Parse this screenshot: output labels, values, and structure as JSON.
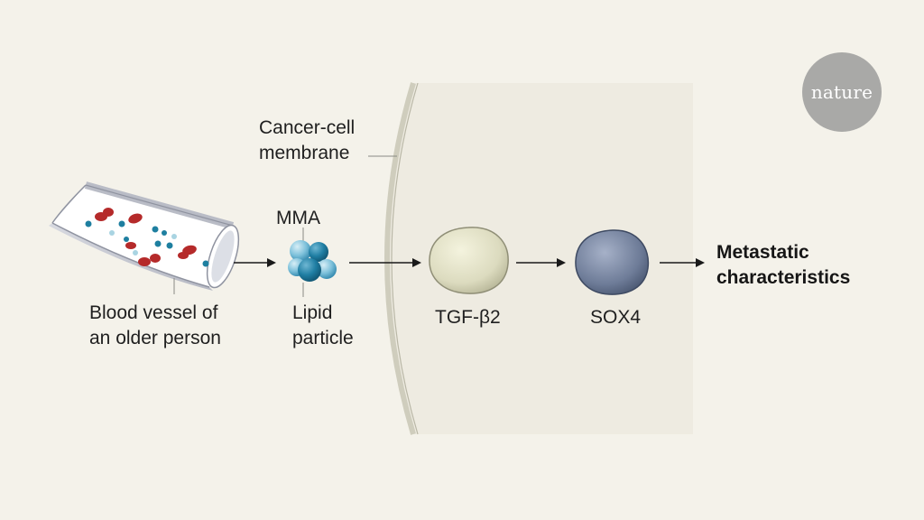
{
  "labels": {
    "membrane_line1": "Cancer-cell",
    "membrane_line2": "membrane",
    "vessel_line1": "Blood vessel of",
    "vessel_line2": "an older person",
    "mma": "MMA",
    "lipid_line1": "Lipid",
    "lipid_line2": "particle",
    "tgf": "TGF-β2",
    "sox": "SOX4",
    "outcome_line1": "Metastatic",
    "outcome_line2": "characteristics"
  },
  "logo": {
    "text": "nature"
  },
  "colors": {
    "background": "#f4f2ea",
    "cell_interior": "#eeebe1",
    "membrane": "#c9c7b7",
    "red_blood_cell": "#b52a2a",
    "teal_dot": "#1e7fa0",
    "light_dot": "#a9d4e2",
    "tgf_blob": "#dcdbbf",
    "sox_blob": "#6e7c98",
    "logo": "#a9a9a7"
  },
  "icons": [
    "blood-vessel",
    "lipid-particle-cluster",
    "tgf-beta2-blob",
    "sox4-blob",
    "arrow"
  ]
}
